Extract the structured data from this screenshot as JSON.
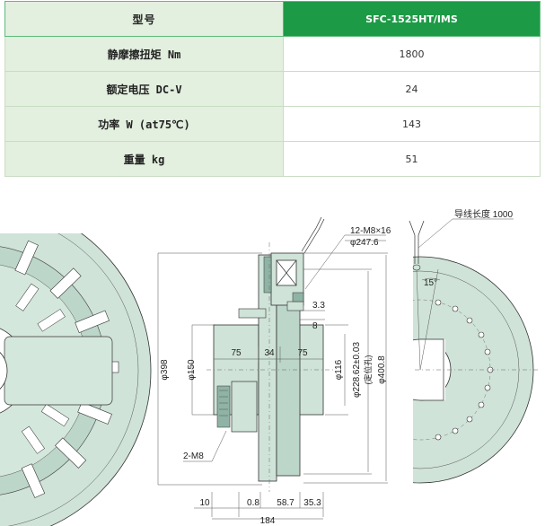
{
  "table": {
    "header": {
      "label": "型号",
      "value": "SFC-1525HT/IMS"
    },
    "rows": [
      {
        "label": "静摩擦扭矩 Nm",
        "value": "1800"
      },
      {
        "label": "额定电压 DC-V",
        "value": "24"
      },
      {
        "label": "功率 W (at75℃)",
        "value": "143"
      },
      {
        "label": "重量 kg",
        "value": "51"
      }
    ]
  },
  "drawing": {
    "labels": {
      "lead_length": "导线长度 1000",
      "bolt_spec": "12-M8×16",
      "pcd": "φ247.6",
      "angle": "15°",
      "d398": "φ398",
      "d150": "φ150",
      "d116": "φ116",
      "d228": "φ228.62±0.03",
      "d228_note": "(定位孔)",
      "d400": "φ400.8",
      "gap_3_3": "3.3",
      "gap_8": "8",
      "w75a": "75",
      "w34": "34",
      "w75b": "75",
      "m8": "2-M8",
      "b10": "10",
      "b0_8": "0.8",
      "b58_7": "58.7",
      "b35_3": "35.3",
      "b184": "184"
    },
    "colors": {
      "table_header": "#1d9a46",
      "table_label_bg": "#e3efdf",
      "part_face": "#cfe3d8",
      "part_dark": "#8fb3a5"
    }
  }
}
